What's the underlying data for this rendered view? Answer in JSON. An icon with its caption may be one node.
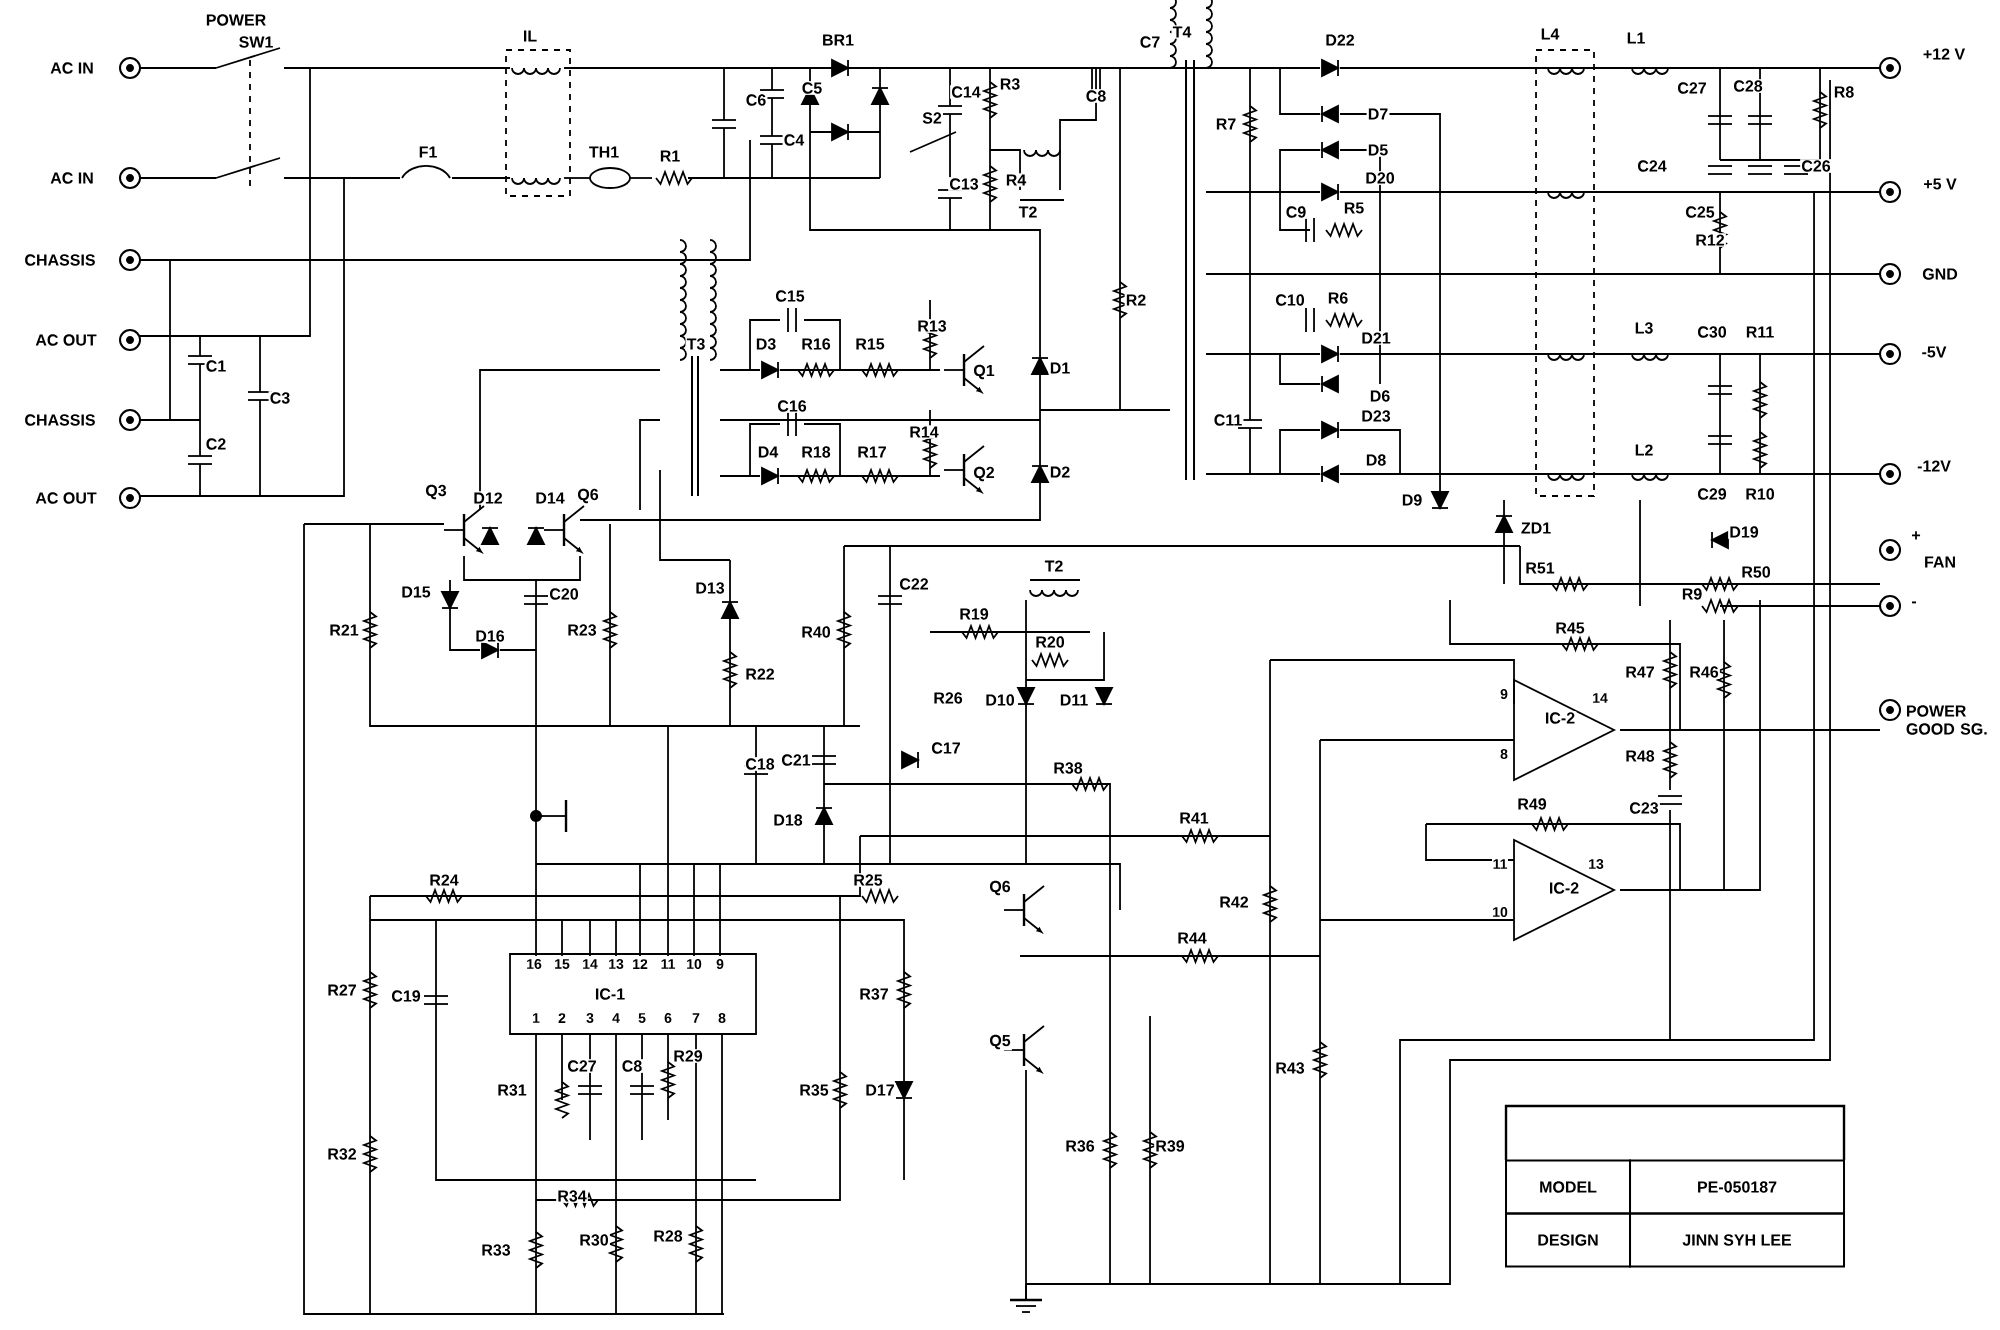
{
  "diagram": {
    "labels": [
      "POWER",
      "SW1",
      "IL",
      "BR1",
      "C7",
      "T4",
      "D22",
      "L4",
      "L1",
      "+12 V",
      "AC IN",
      "C6",
      "C5",
      "C14",
      "R3",
      "C8",
      "R7",
      "D7",
      "C27",
      "C28",
      "R8",
      "C4",
      "S2",
      "D5",
      "C24",
      "C26",
      "AC IN",
      "F1",
      "TH1",
      "R1",
      "C13",
      "R4",
      "D20",
      "+5 V",
      "T2",
      "C9",
      "R5",
      "C25",
      "R12",
      "CHASSIS",
      "GND",
      "C15",
      "R2",
      "C10",
      "R6",
      "AC OUT",
      "T3",
      "D3",
      "R16",
      "R15",
      "R13",
      "D21",
      "L3",
      "C30",
      "R11",
      "-5V",
      "C1",
      "Q1",
      "D1",
      "C3",
      "C16",
      "D6",
      "CHASSIS",
      "C2",
      "R14",
      "C11",
      "D23",
      "D4",
      "R18",
      "R17",
      "Q2",
      "D2",
      "D8",
      "L2",
      "-12V",
      "AC OUT",
      "Q3",
      "D12",
      "D14",
      "Q6",
      "D9",
      "C29",
      "R10",
      "ZD1",
      "D19",
      "+",
      "T2",
      "R51",
      "R50",
      "FAN",
      "D15",
      "C20",
      "D13",
      "C22",
      "R19",
      "R9",
      "-",
      "R21",
      "D16",
      "R23",
      "R40",
      "R20",
      "R45",
      "R22",
      "R47",
      "R46",
      "R26",
      "D10",
      "D11",
      "9",
      "IC-2",
      "14",
      "POWER GOOD SG.",
      "C18",
      "C21",
      "C17",
      "R38",
      "8",
      "R48",
      "D18",
      "R41",
      "R49",
      "C23",
      "R24",
      "R25",
      "Q6",
      "11",
      "IC-2",
      "13",
      "R44",
      "R42",
      "10",
      "16",
      "15",
      "14",
      "13",
      "12",
      "11",
      "10",
      "9",
      "R27",
      "C19",
      "IC-1",
      "R37",
      "1",
      "2",
      "3",
      "4",
      "5",
      "6",
      "7",
      "8",
      "C27",
      "C8",
      "R29",
      "Q5",
      "R43",
      "R31",
      "R35",
      "D17",
      "R32",
      "R36",
      "R39",
      "R34",
      "MODEL",
      "PE-050187",
      "R33",
      "R30",
      "R28",
      "DESIGN",
      "JINN SYH LEE"
    ]
  }
}
